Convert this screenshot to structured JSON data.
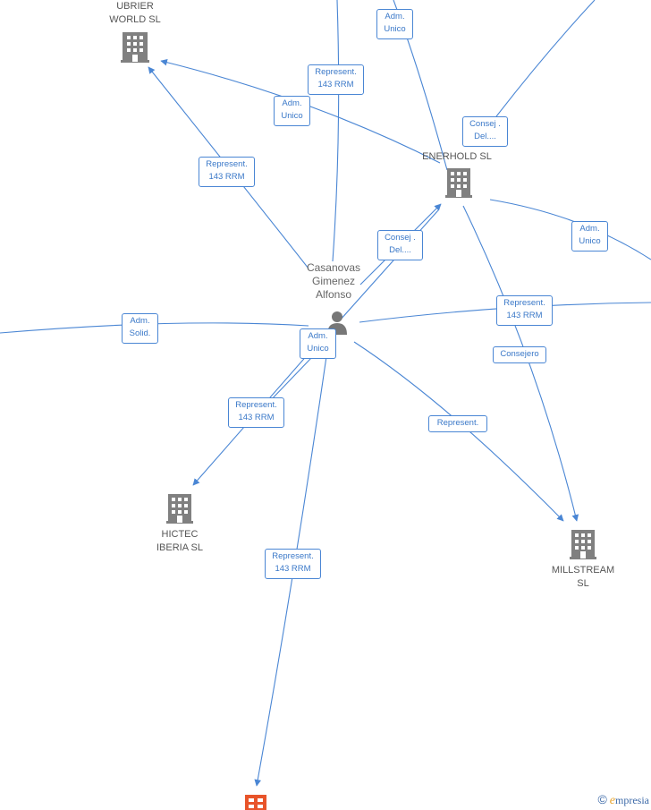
{
  "colors": {
    "edge": "#4a86d4",
    "building": "#808080",
    "highlight_building": "#e8542a",
    "person": "#777777",
    "label_text": "#555555"
  },
  "nodes": {
    "ubrier": {
      "label": "UBRIER\nWORLD  SL",
      "icon": "building-icon"
    },
    "enerhold": {
      "label": "ENERHOLD SL",
      "icon": "building-icon"
    },
    "person": {
      "label": "Casanovas\nGimenez\nAlfonso",
      "icon": "person-icon"
    },
    "hictec": {
      "label": "HICTEC\nIBERIA  SL",
      "icon": "building-icon"
    },
    "millstream": {
      "label": "MILLSTREAM\nSL",
      "icon": "building-icon"
    },
    "highlighted": {
      "label": "",
      "icon": "building-icon"
    }
  },
  "edge_labels": {
    "e1": "Adm.\nUnico",
    "e2": "Represent.\n143 RRM",
    "e3": "Adm.\nUnico",
    "e4": "Consej .\nDel....",
    "e5": "Represent.\n143 RRM",
    "e6": "Consej .\nDel....",
    "e7": "Adm.\nUnico",
    "e8": "Adm.\nSolid.",
    "e9": "Represent.\n143 RRM",
    "e10": "Adm.\nUnico",
    "e11": "Consejero",
    "e12": "Represent.\n143 RRM",
    "e13": "Represent.",
    "e14": "Represent.\n143 RRM"
  },
  "brand": {
    "copyright": "©",
    "first_letter": "e",
    "rest": "mpresia"
  }
}
